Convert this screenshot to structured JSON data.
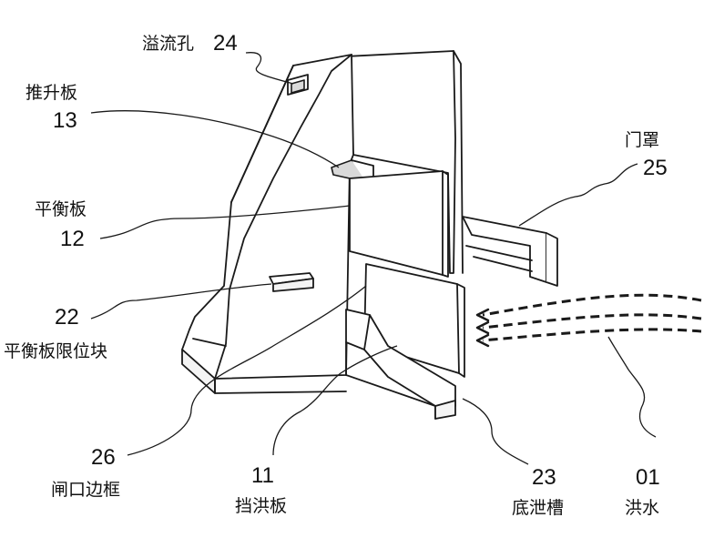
{
  "labels": {
    "overflow_hole": {
      "text": "溢流孔",
      "number": "24"
    },
    "push_plate": {
      "text": "推升板",
      "number": "13"
    },
    "balance_plate": {
      "text": "平衡板",
      "number": "12"
    },
    "limit_block": {
      "text": "平衡板限位块",
      "number": "22"
    },
    "gate_frame": {
      "text": "闸口边框",
      "number": "26"
    },
    "flood_plate": {
      "text": "挡洪板",
      "number": "11"
    },
    "bottom_slot": {
      "text": "底泄槽",
      "number": "23"
    },
    "flood_water": {
      "text": "洪水",
      "number": "01"
    },
    "door_cover": {
      "text": "门罩",
      "number": "25"
    }
  },
  "colors": {
    "line": "#1a1a1a",
    "background": "#ffffff",
    "shade": "#d9d9d9"
  }
}
